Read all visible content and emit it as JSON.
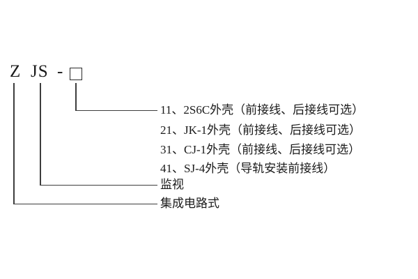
{
  "diagram_title": "ZJS relay model designation explanation",
  "model": {
    "part_z": "Z",
    "part_js": "JS",
    "dash": "-",
    "box_symbol": "placeholder-square"
  },
  "explanations": {
    "box_options": [
      "11、2S6C外壳（前接线、后接线可选）",
      "21、JK-1外壳（前接线、后接线可选）",
      "31、CJ-1外壳（前接线、后接线可选）",
      "41、SJ-4外壳（导轨安装前接线）"
    ],
    "js_meaning": "监视",
    "z_meaning": "集成电路式"
  },
  "colors": {
    "background": "#ffffff",
    "line": "#3d3d3d",
    "text": "#1a1a1a"
  }
}
